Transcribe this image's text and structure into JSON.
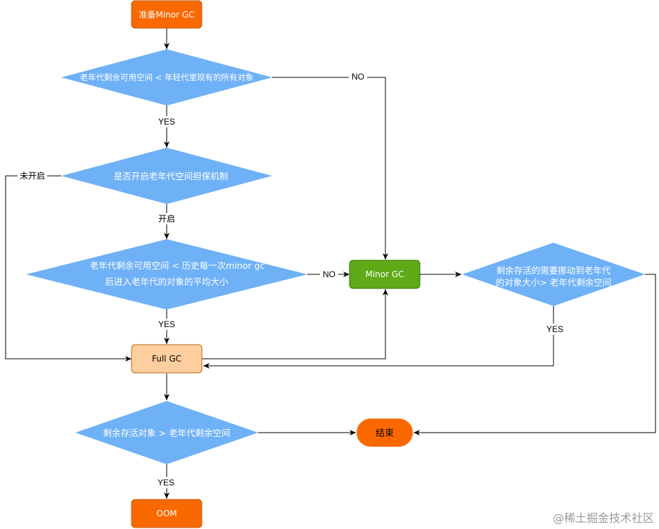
{
  "colors": {
    "orange": "#fa6800",
    "orange_stroke": "#c75e10",
    "blue": "#6fb1f7",
    "green": "#60a917",
    "green_stroke": "#2d7600",
    "peach": "#ffce9f",
    "peach_stroke": "#b46504",
    "edge": "#000000"
  },
  "nodes": {
    "start": "准备Minor GC",
    "cond_space": "老年代剩余可用空间 < 年轻代里现有的所有对象",
    "cond_guarantee": "是否开启老年代空间担保机制",
    "cond_history_line1": "老年代剩余可用空间 < 历史每一次minor gc",
    "cond_history_line2": "后进入老年代的对象的平均大小",
    "minor_gc": "Minor GC",
    "cond_survivor_line1": "剩余存活的需要挪动到老年代",
    "cond_survivor_line2": "的对象大小> 老年代剩余空间",
    "full_gc": "Full GC",
    "cond_final": "剩余存活对象 > 老年代剩余空间",
    "end": "结束",
    "oom": "OOM"
  },
  "edges": {
    "no_1": "NO",
    "yes_1": "YES",
    "not_enabled": "未开启",
    "enabled": "开启",
    "no_2": "NO",
    "yes_2": "YES",
    "yes_3": "YES",
    "yes_4": "YES"
  },
  "watermark": "@稀土掘金技术社区"
}
